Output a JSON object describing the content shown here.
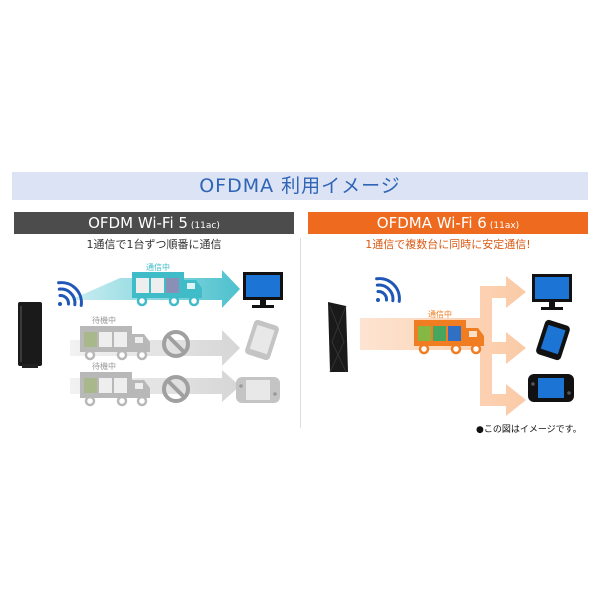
{
  "title": "OFDMA 利用イメージ",
  "left_panel": {
    "header_main": "OFDM Wi-Fi 5",
    "header_small": "(11ac)",
    "subtitle": "1通信で1台ずつ順番に通信",
    "truck_labels": [
      "通信中",
      "待機中",
      "待機中"
    ]
  },
  "right_panel": {
    "header_main": "OFDMA Wi-Fi 6",
    "header_small": "(11ax)",
    "subtitle": "1通信で複数台に同時に安定通信!",
    "truck_label": "通信中"
  },
  "note": "●この図はイメージです。",
  "icons": [
    "router-icon",
    "wifi-icon",
    "truck-icon",
    "monitor-icon",
    "smartphone-icon",
    "game-console-icon",
    "no-entry-icon"
  ],
  "colors": {
    "title_bg": "#dbe3f4",
    "title_text": "#2f64b6",
    "left_header_bg": "#4c4c4c",
    "right_header_bg": "#ee6a1e",
    "active_teal": "#40bcc8",
    "active_orange": "#f07d22",
    "waiting_gray": "#b8b8b8",
    "wifi_blue": "#1f56b7"
  }
}
